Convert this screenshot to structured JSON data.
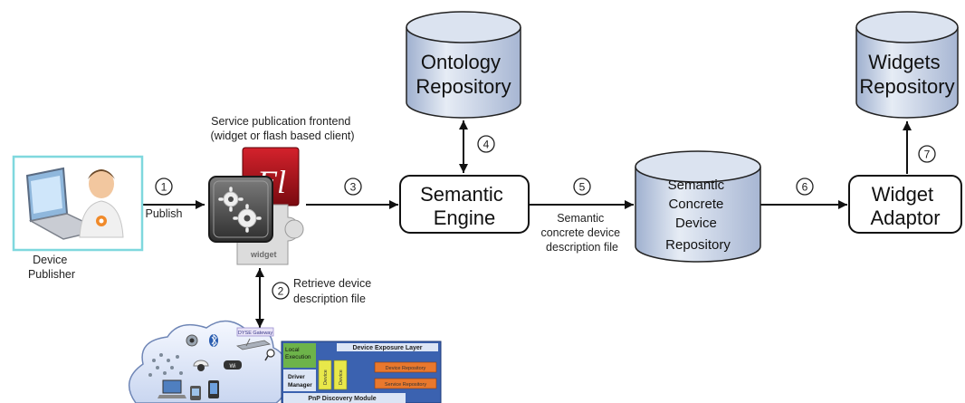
{
  "nodes": {
    "device_publisher": "Device\nPublisher",
    "frontend_title": "Service publication frontend\n(widget or flash based client)",
    "widget_caption": "widget",
    "flash_glyph": "Fl",
    "semantic_engine": "Semantic\nEngine",
    "ontology_repository": "Ontology\nRepository",
    "semantic_concrete_repository": "Semantic\nConcrete\nDevice\nRepository",
    "widgets_repository": "Widgets\nRepository",
    "widget_adaptor": "Widget\nAdaptor"
  },
  "steps": [
    {
      "number": "1",
      "label": "Publish"
    },
    {
      "number": "2",
      "label": "Retrieve device\ndescription file"
    },
    {
      "number": "3",
      "label": ""
    },
    {
      "number": "4",
      "label": ""
    },
    {
      "number": "5",
      "label": "Semantic\nconcrete device\ndescription file"
    },
    {
      "number": "6",
      "label": ""
    },
    {
      "number": "7",
      "label": ""
    }
  ],
  "network": {
    "gateway_label": "DYSE Gateway",
    "layer_title": "Device Exposure Layer",
    "local_execution": "Local\nExecution",
    "driver_manager": "Driver\nManager",
    "device_service_a": "Device",
    "device_service_b": "Device",
    "device_repository": "Device Repository",
    "service_repository": "Service Repository",
    "discovery_module": "PnP Discovery Module"
  },
  "colors": {
    "publisher_border": "#7fd8de",
    "cylinder_fill": "#cdd8ea",
    "flash_red": "#b3121b",
    "layer_blue": "#3b62b0",
    "local_green": "#6db34a",
    "service_yellow": "#e8e84a",
    "repo_orange": "#e9782d"
  }
}
